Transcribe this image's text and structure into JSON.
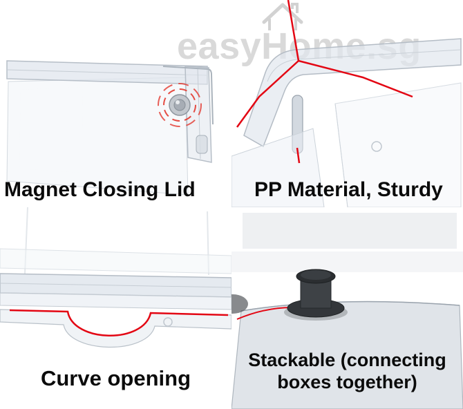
{
  "watermark": {
    "text": "easyHome.sg",
    "color": "#d9d9d9",
    "icon": "house-icon"
  },
  "accent_color": "#e30613",
  "panels": {
    "magnet": {
      "label": "Magnet Closing Lid"
    },
    "pp": {
      "label": "PP Material, Sturdy"
    },
    "curve": {
      "label": "Curve opening"
    },
    "stackable": {
      "label_line1": "Stackable (connecting",
      "label_line2": "boxes together)"
    }
  }
}
